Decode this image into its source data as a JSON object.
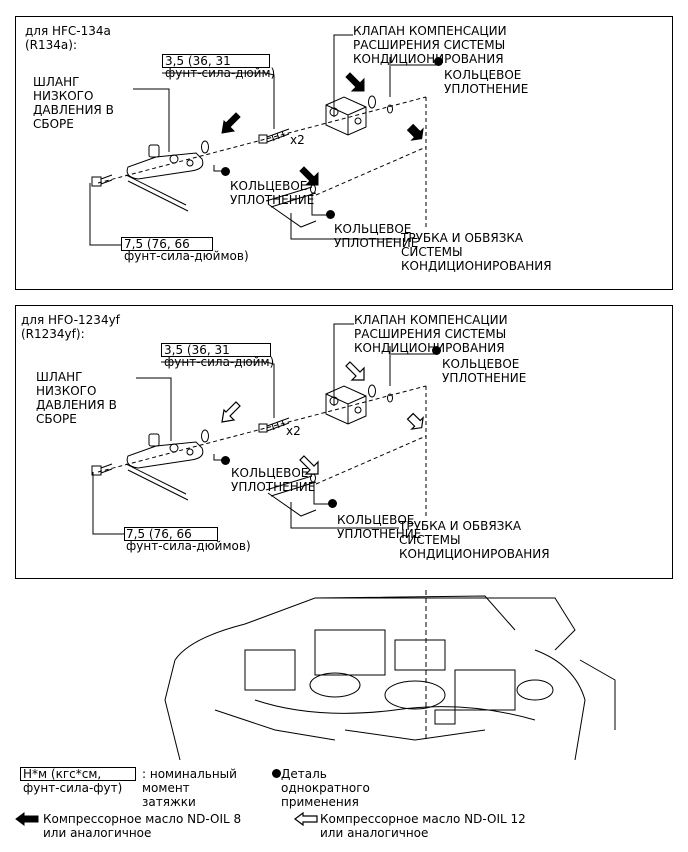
{
  "panels": [
    {
      "refrigerant": "для HFC-134a\n(R134a):",
      "arrow_style": "filled",
      "valve_label": "КЛАПАН КОМПЕНСАЦИИ\nРАСШИРЕНИЯ СИСТЕМЫ\nКОНДИЦИОНИРОВАНИЯ",
      "oring_label_top": "КОЛЬЦЕВОЕ\nУПЛОТНЕНИЕ",
      "torque_bolt_box": "3,5 (36, 31",
      "torque_bolt_unit": "фунт-сила-дюйм)",
      "hose_label": "ШЛАНГ\nНИЗКОГО\nДАВЛЕНИЯ В\nСБОРЕ",
      "qty": "x2",
      "oring_label_mid": "КОЛЬЦЕВОЕ\nУПЛОТНЕНИЕ",
      "oring_label_low": "КОЛЬЦЕВОЕ\nУПЛОТНЕНИЕ",
      "tube_label": "ТРУБКА И ОБВЯЗКА\nСИСТЕМЫ\nКОНДИЦИОНИРОВАНИЯ",
      "torque_nut_box": "7,5 (76, 66",
      "torque_nut_unit": "фунт-сила-дюймов)"
    },
    {
      "refrigerant": "для HFO-1234yf\n(R1234yf):",
      "arrow_style": "outline",
      "valve_label": "КЛАПАН КОМПЕНСАЦИИ\nРАСШИРЕНИЯ СИСТЕМЫ\nКОНДИЦИОНИРОВАНИЯ",
      "oring_label_top": "КОЛЬЦЕВОЕ\nУПЛОТНЕНИЕ",
      "torque_bolt_box": "3,5 (36, 31",
      "torque_bolt_unit": "фунт-сила-дюйм)",
      "hose_label": "ШЛАНГ\nНИЗКОГО\nДАВЛЕНИЯ В\nСБОРЕ",
      "qty": "x2",
      "oring_label_mid": "КОЛЬЦЕВОЕ\nУПЛОТНЕНИЕ",
      "oring_label_low": "КОЛЬЦЕВОЕ\nУПЛОТНЕНИЕ",
      "tube_label": "ТРУБКА И ОБВЯЗКА\nСИСТЕМЫ\nКОНДИЦИОНИРОВАНИЯ",
      "torque_nut_box": "7,5 (76, 66",
      "torque_nut_unit": "фунт-сила-дюймов)"
    }
  ],
  "legend": {
    "torque_box": "Н*м (кгс*см,",
    "torque_unit": "фунт-сила-фут)",
    "torque_desc": ": номинальный\nмомент\nзатяжки",
    "single_use": "Деталь\nоднократного\nприменения",
    "oil_filled": "Компрессорное масло ND-OIL 8\nили аналогичное",
    "oil_outline": "Компрессорное масло ND-OIL 12\nили аналогичное"
  }
}
